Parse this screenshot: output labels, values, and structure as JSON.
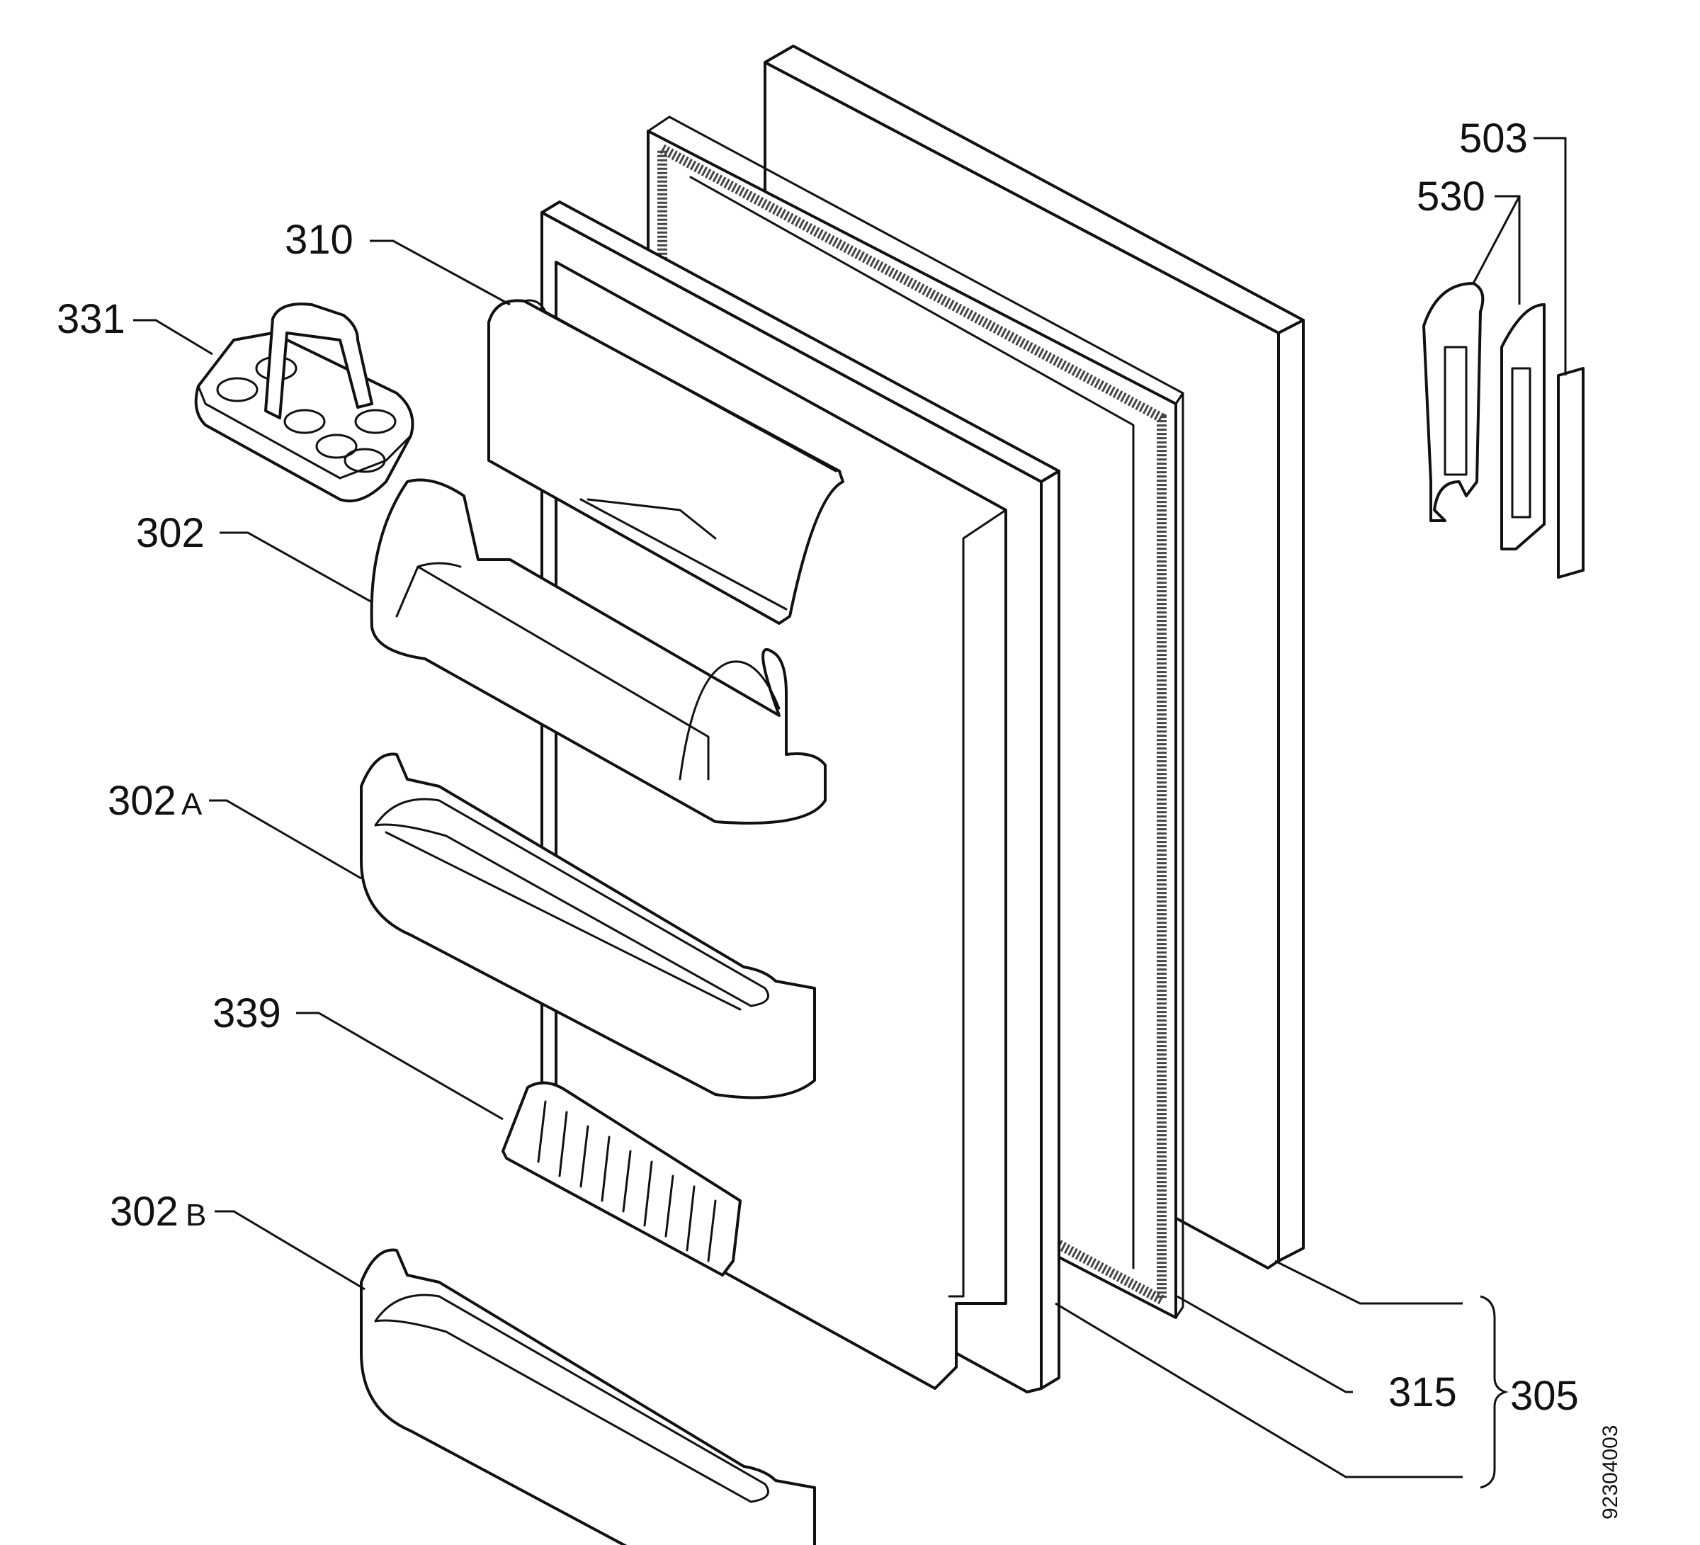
{
  "labels": {
    "l310": "310",
    "l331": "331",
    "l302": "302",
    "l302a_num": "302",
    "l302a_suf": "A",
    "l339": "339",
    "l302b_num": "302",
    "l302b_suf": "B",
    "l503": "503",
    "l530": "530",
    "l315": "315",
    "l305": "305",
    "doc_code": "92304003"
  },
  "colors": {
    "line": "#111111",
    "background": "#ffffff"
  }
}
